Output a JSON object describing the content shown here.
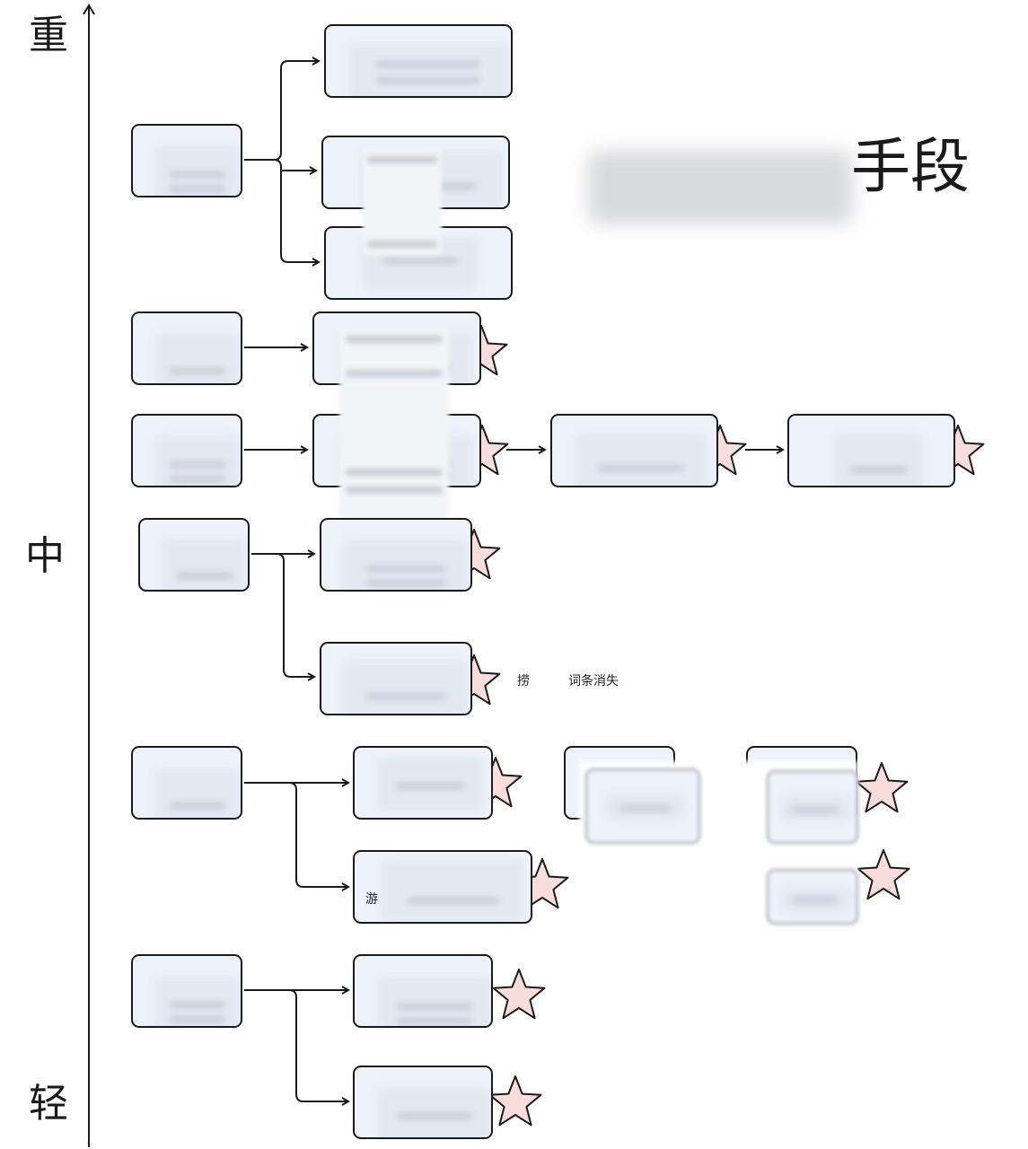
{
  "axis": {
    "top_label": "重",
    "middle_label": "中",
    "bottom_label": "轻"
  },
  "title": {
    "visible_text": "手段"
  },
  "notes": {
    "left_fragment": "捞",
    "right_fragment": "词条消失",
    "small_fragment": "游"
  },
  "colors": {
    "node_fill": "#eef2fb",
    "node_stroke": "#1a1a1a",
    "star_fill": "#f9dcdc",
    "line": "#1a1a1a"
  }
}
